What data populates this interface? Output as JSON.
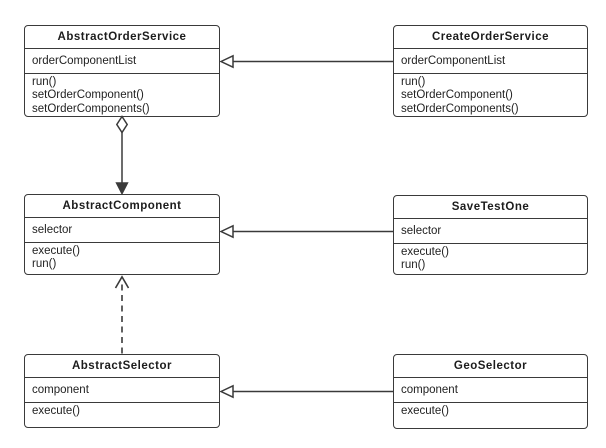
{
  "diagram": {
    "type": "uml-class-diagram",
    "colors": {
      "line": "#3a3a3a",
      "text": "#222222",
      "box_fill": "#ffffff",
      "background": "#ffffff"
    },
    "classes": [
      {
        "name": "AbstractOrderService",
        "attributes": [
          "orderComponentList"
        ],
        "methods": [
          "run()",
          "setOrderComponent()",
          "setOrderComponents()"
        ]
      },
      {
        "name": "CreateOrderService",
        "attributes": [
          "orderComponentList"
        ],
        "methods": [
          "run()",
          "setOrderComponent()",
          "setOrderComponents()"
        ]
      },
      {
        "name": "AbstractComponent",
        "attributes": [
          "selector"
        ],
        "methods": [
          "execute()",
          "run()"
        ]
      },
      {
        "name": "SaveTestOne",
        "attributes": [
          "selector"
        ],
        "methods": [
          "execute()",
          "run()"
        ]
      },
      {
        "name": "AbstractSelector",
        "attributes": [
          "component"
        ],
        "methods": [
          "execute()"
        ]
      },
      {
        "name": "GeoSelector",
        "attributes": [
          "component"
        ],
        "methods": [
          "execute()"
        ]
      }
    ],
    "relationships": [
      {
        "from": "CreateOrderService",
        "to": "AbstractOrderService",
        "type": "generalization",
        "line": "solid",
        "arrowhead": "hollow-triangle"
      },
      {
        "from": "SaveTestOne",
        "to": "AbstractComponent",
        "type": "generalization",
        "line": "solid",
        "arrowhead": "hollow-triangle"
      },
      {
        "from": "GeoSelector",
        "to": "AbstractSelector",
        "type": "generalization",
        "line": "solid",
        "arrowhead": "hollow-triangle"
      },
      {
        "from": "AbstractOrderService",
        "to": "AbstractComponent",
        "type": "aggregation",
        "line": "solid",
        "source_end": "hollow-diamond",
        "arrowhead": "filled-triangle"
      },
      {
        "from": "AbstractSelector",
        "to": "AbstractComponent",
        "type": "dependency",
        "line": "dashed",
        "arrowhead": "open-arrow"
      }
    ]
  }
}
